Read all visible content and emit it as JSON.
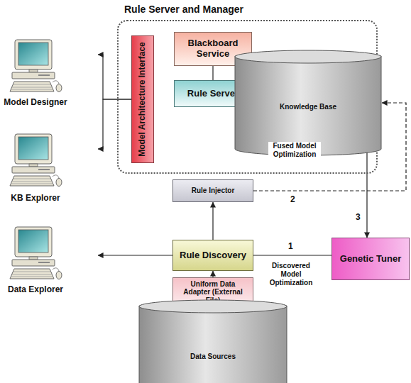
{
  "diagram": {
    "nodes": [
      {
        "text": [
          "Rule Server and Manager"
        ]
      },
      {
        "text": [
          "Model Architecture Interface"
        ],
        "in": 0
      },
      {
        "text": [
          "Blackboard Service"
        ],
        "in": 0
      },
      {
        "text": [
          "Rule Server"
        ],
        "in": 0
      },
      {
        "text": [
          "Knowledge Base"
        ],
        "in": 0
      },
      {
        "text": [
          "Model Designer"
        ]
      },
      {
        "text": [
          "KB Explorer"
        ]
      },
      {
        "text": [
          "Rule Injector"
        ]
      },
      {
        "text": [
          "Data Explorer"
        ]
      },
      {
        "text": [
          "Rule Discovery"
        ]
      },
      {
        "text": [
          "Genetic Tuner"
        ]
      },
      {
        "text": [
          "Uniform Data Adapter (External File)"
        ]
      },
      {
        "text": [
          "Data Sources"
        ]
      }
    ],
    "edges": [
      {
        "from": 1,
        "to": 5,
        "arrow": "to"
      },
      {
        "from": 1,
        "to": 6,
        "arrow": "to"
      },
      {
        "from": 2,
        "to": 3,
        "arrow": "none"
      },
      {
        "from": 4,
        "to": 3,
        "arrow": "to"
      },
      {
        "from": 9,
        "to": 8,
        "arrow": "to"
      },
      {
        "from": 11,
        "to": 9,
        "arrow": "to"
      },
      {
        "from": 12,
        "to": 11,
        "arrow": "to"
      },
      {
        "from": 9,
        "to": 7,
        "arrow": "to"
      },
      {
        "from": 7,
        "to": 4,
        "label": "2",
        "arrow": "to"
      },
      {
        "from": 9,
        "to": 10,
        "label": "1",
        "arrow": "none"
      },
      {
        "from": 10,
        "to": 3,
        "label": "3",
        "arrow": "both"
      }
    ],
    "labels": [
      "Fused Model Optimization",
      "Discovered Model Optimization"
    ]
  }
}
